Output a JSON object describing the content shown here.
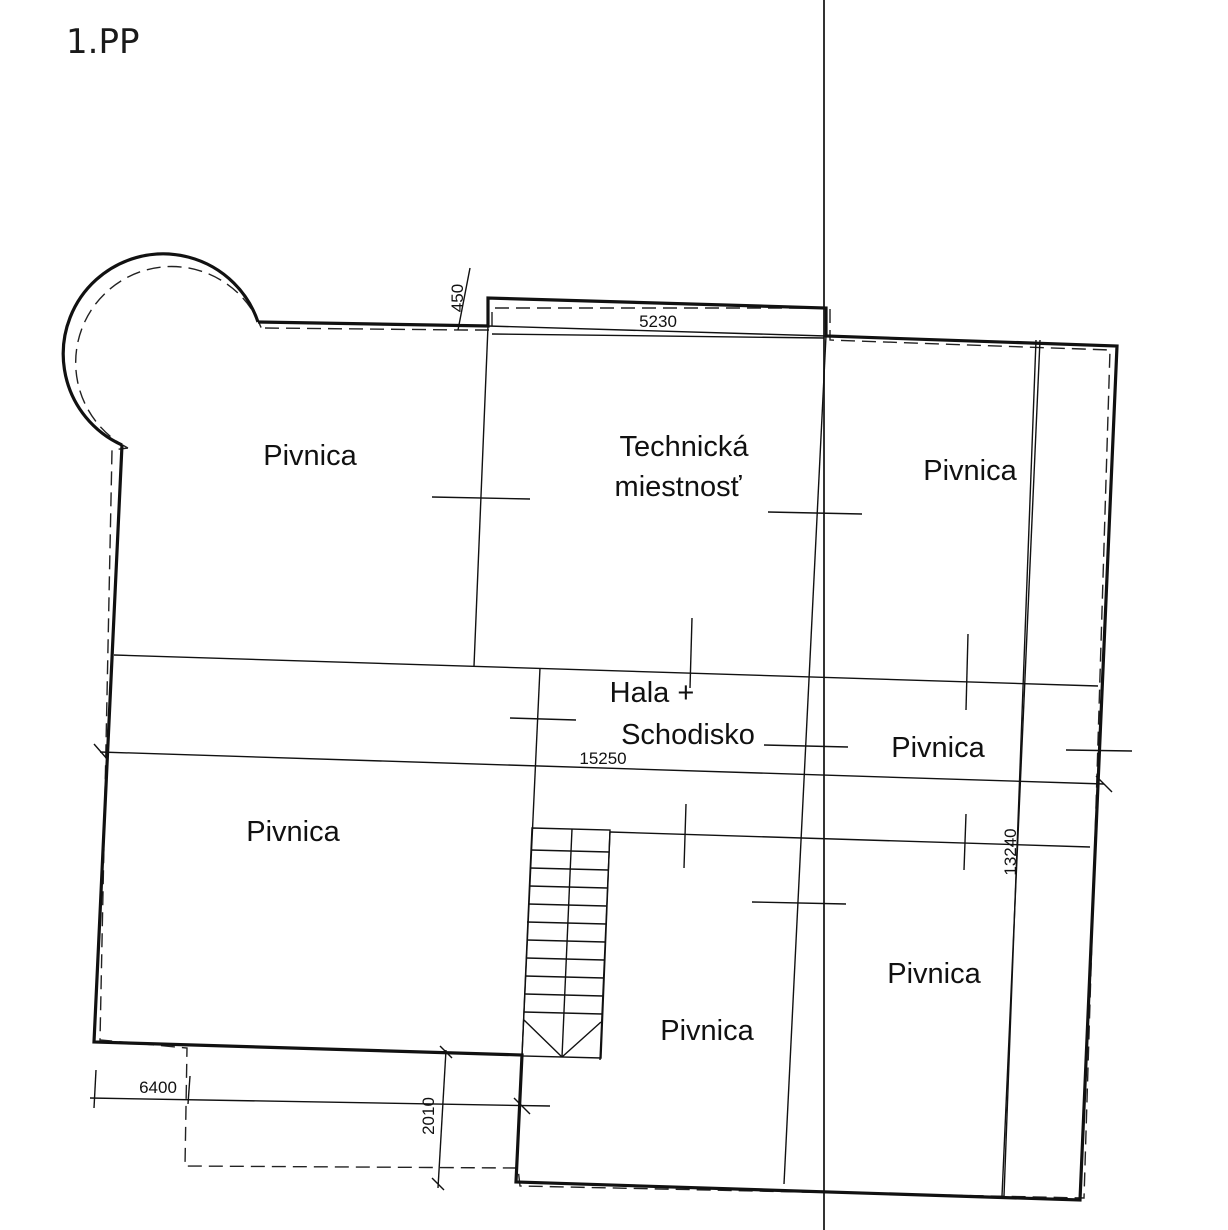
{
  "floor_title": "1.PP",
  "rooms": [
    "Pivnica",
    "Technická",
    "miestnosť",
    "Pivnica",
    "Hala +",
    "Schodisko",
    "Pivnica",
    "Pivnica",
    "Pivnica",
    "Pivnica"
  ],
  "dimensions": {
    "d450": "450",
    "d5230": "5230",
    "d15250": "15250",
    "d13240": "13240",
    "d6400": "6400",
    "d2010": "2010"
  }
}
